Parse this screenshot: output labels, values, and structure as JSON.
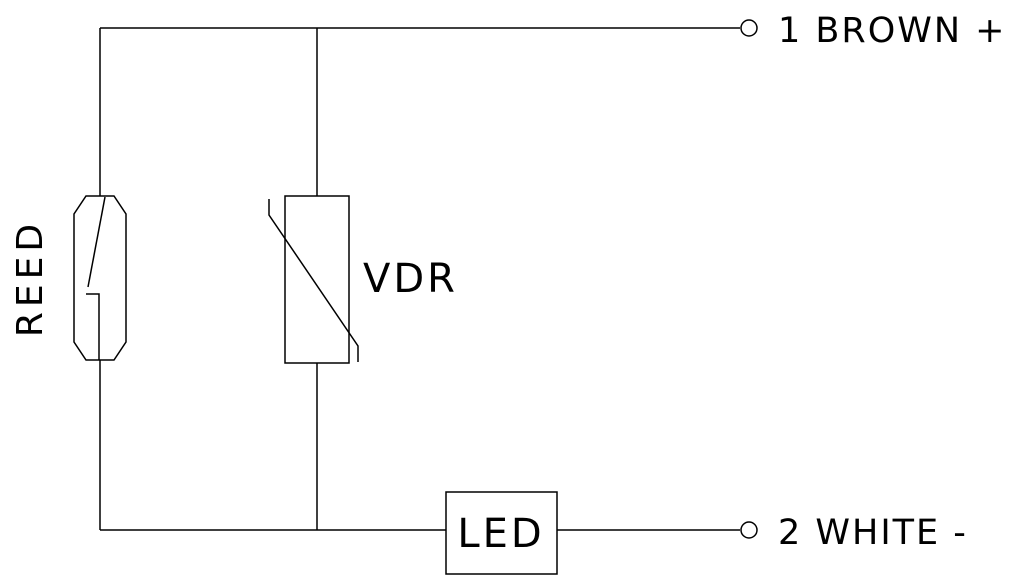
{
  "diagram": {
    "line_color": "#000000",
    "background_color": "#ffffff",
    "components": {
      "reed": {
        "label": "REED"
      },
      "vdr": {
        "label": "VDR"
      },
      "led": {
        "label": "LED"
      }
    },
    "terminals": {
      "pin1": {
        "label": "1 BROWN +"
      },
      "pin2": {
        "label": "2 WHITE -"
      }
    }
  }
}
